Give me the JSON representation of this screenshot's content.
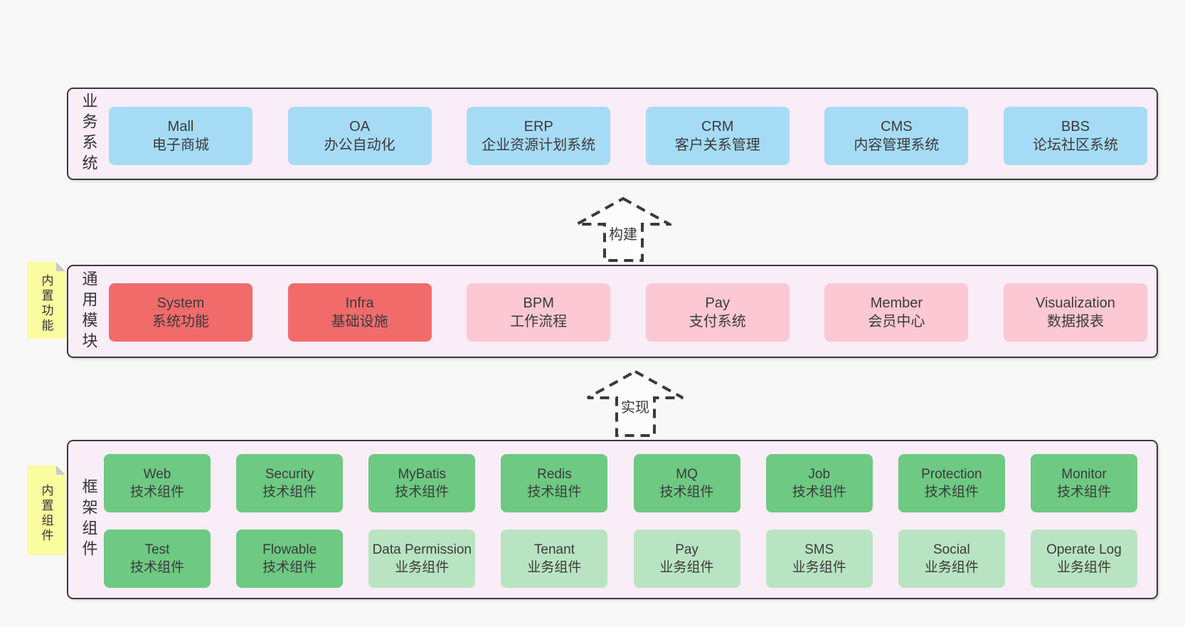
{
  "colors": {
    "page_bg": "#f8f8f8",
    "panel_bg": "#f9edf7",
    "panel_border": "#3a3a3a",
    "blue": "#a6dbf5",
    "red": "#f16b6b",
    "pink": "#fbc8d3",
    "green": "#6ec983",
    "green_light": "#b9e4c2",
    "sticky": "#fbfba0",
    "sticky_fold": "#c9c9c9",
    "text": "#3d3d3d",
    "arrow": "#3a3a3a"
  },
  "arrows": [
    {
      "label": "构建"
    },
    {
      "label": "实现"
    }
  ],
  "panels": [
    {
      "label": "业务系统",
      "items": [
        {
          "name": "Mall",
          "subtitle": "电子商城",
          "variant": "blue"
        },
        {
          "name": "OA",
          "subtitle": "办公自动化",
          "variant": "blue"
        },
        {
          "name": "ERP",
          "subtitle": "企业资源计划系统",
          "variant": "blue"
        },
        {
          "name": "CRM",
          "subtitle": "客户关系管理",
          "variant": "blue"
        },
        {
          "name": "CMS",
          "subtitle": "内容管理系统",
          "variant": "blue"
        },
        {
          "name": "BBS",
          "subtitle": "论坛社区系统",
          "variant": "blue"
        }
      ]
    },
    {
      "label": "通用模块",
      "sticky": "内置功能",
      "items": [
        {
          "name": "System",
          "subtitle": "系统功能",
          "variant": "red"
        },
        {
          "name": "Infra",
          "subtitle": "基础设施",
          "variant": "red"
        },
        {
          "name": "BPM",
          "subtitle": "工作流程",
          "variant": "pink"
        },
        {
          "name": "Pay",
          "subtitle": "支付系统",
          "variant": "pink"
        },
        {
          "name": "Member",
          "subtitle": "会员中心",
          "variant": "pink"
        },
        {
          "name": "Visualization",
          "subtitle": "数据报表",
          "variant": "pink"
        }
      ]
    },
    {
      "label": "框架组件",
      "sticky": "内置组件",
      "rows": [
        [
          {
            "name": "Web",
            "subtitle": "技术组件",
            "variant": "green"
          },
          {
            "name": "Security",
            "subtitle": "技术组件",
            "variant": "green"
          },
          {
            "name": "MyBatis",
            "subtitle": "技术组件",
            "variant": "green"
          },
          {
            "name": "Redis",
            "subtitle": "技术组件",
            "variant": "green"
          },
          {
            "name": "MQ",
            "subtitle": "技术组件",
            "variant": "green"
          },
          {
            "name": "Job",
            "subtitle": "技术组件",
            "variant": "green"
          },
          {
            "name": "Protection",
            "subtitle": "技术组件",
            "variant": "green"
          },
          {
            "name": "Monitor",
            "subtitle": "技术组件",
            "variant": "green"
          }
        ],
        [
          {
            "name": "Test",
            "subtitle": "技术组件",
            "variant": "green"
          },
          {
            "name": "Flowable",
            "subtitle": "技术组件",
            "variant": "green"
          },
          {
            "name": "Data Permission",
            "subtitle": "业务组件",
            "variant": "lightgreen"
          },
          {
            "name": "Tenant",
            "subtitle": "业务组件",
            "variant": "lightgreen"
          },
          {
            "name": "Pay",
            "subtitle": "业务组件",
            "variant": "lightgreen"
          },
          {
            "name": "SMS",
            "subtitle": "业务组件",
            "variant": "lightgreen"
          },
          {
            "name": "Social",
            "subtitle": "业务组件",
            "variant": "lightgreen"
          },
          {
            "name": "Operate Log",
            "subtitle": "业务组件",
            "variant": "lightgreen"
          }
        ]
      ]
    }
  ]
}
